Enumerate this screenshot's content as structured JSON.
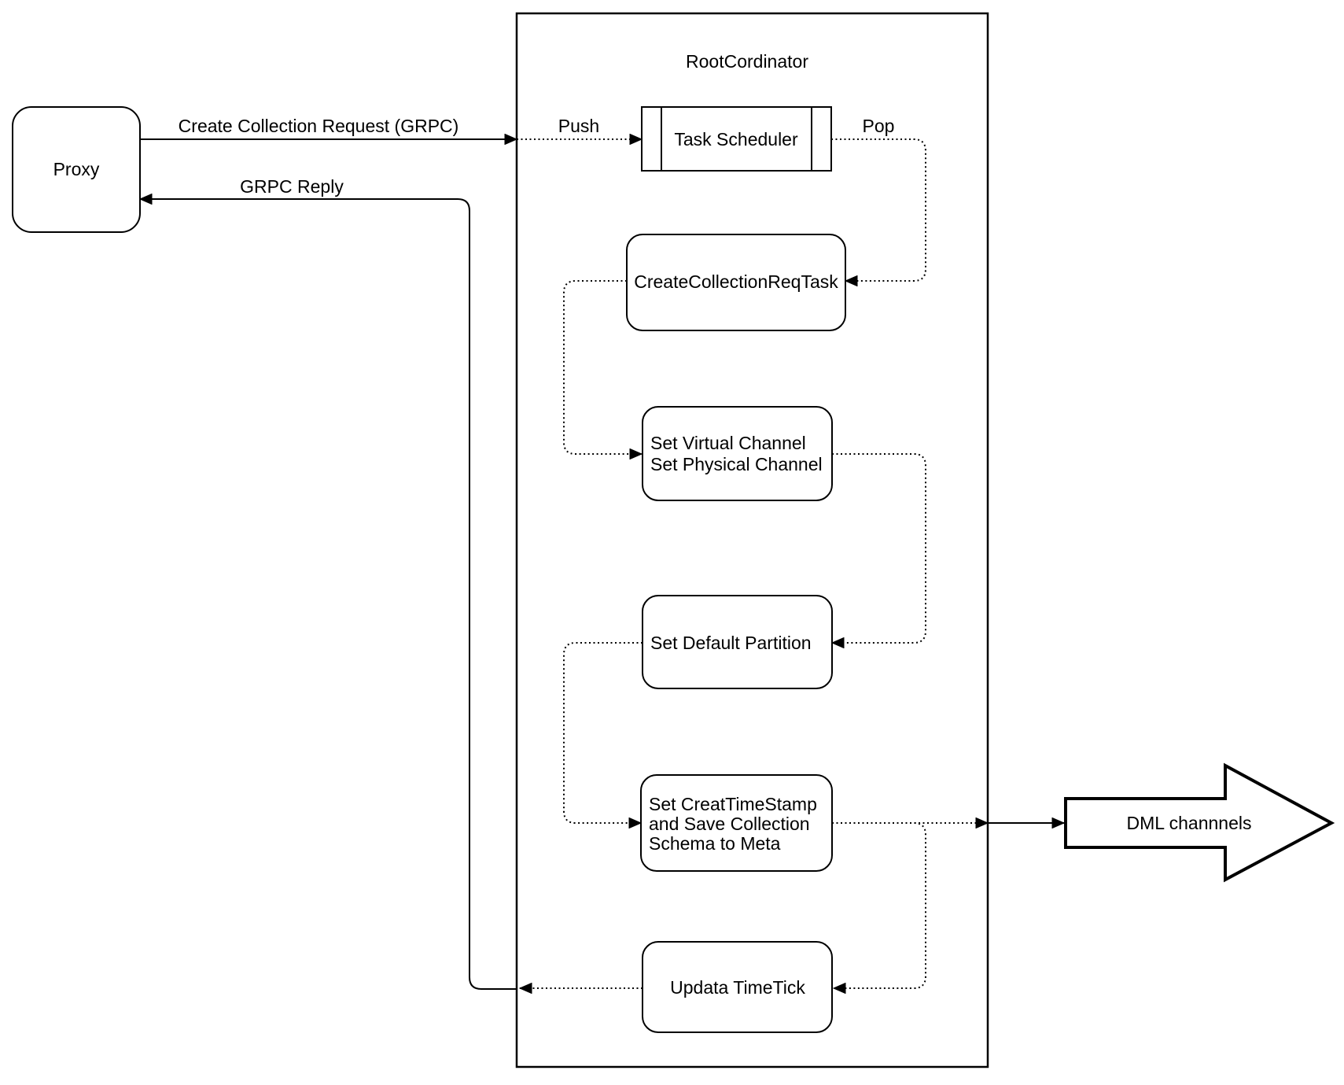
{
  "diagram": {
    "background": "#ffffff",
    "stroke_color": "#000000",
    "nodes": {
      "proxy": {
        "label": "Proxy"
      },
      "root_coordinator": {
        "label": "RootCordinator"
      },
      "task_scheduler": {
        "label": "Task Scheduler"
      },
      "create_collection_req_task": {
        "label": "CreateCollectionReqTask"
      },
      "set_virtual_channel": {
        "line1": "Set Virtual Channel",
        "line2": "Set Physical Channel"
      },
      "set_default_partition": {
        "label": "Set Default Partition"
      },
      "set_creat_timestamp": {
        "line1": "Set CreatTimeStamp",
        "line2": "and Save Collection",
        "line3": "Schema to Meta"
      },
      "updata_timetick": {
        "label": "Updata TimeTick"
      },
      "dml_channels": {
        "label": "DML channnels"
      }
    },
    "edges": {
      "create_collection_request": {
        "label": "Create Collection Request (GRPC)"
      },
      "grpc_reply": {
        "label": "GRPC Reply"
      },
      "push": {
        "label": "Push"
      },
      "pop": {
        "label": "Pop"
      }
    }
  }
}
